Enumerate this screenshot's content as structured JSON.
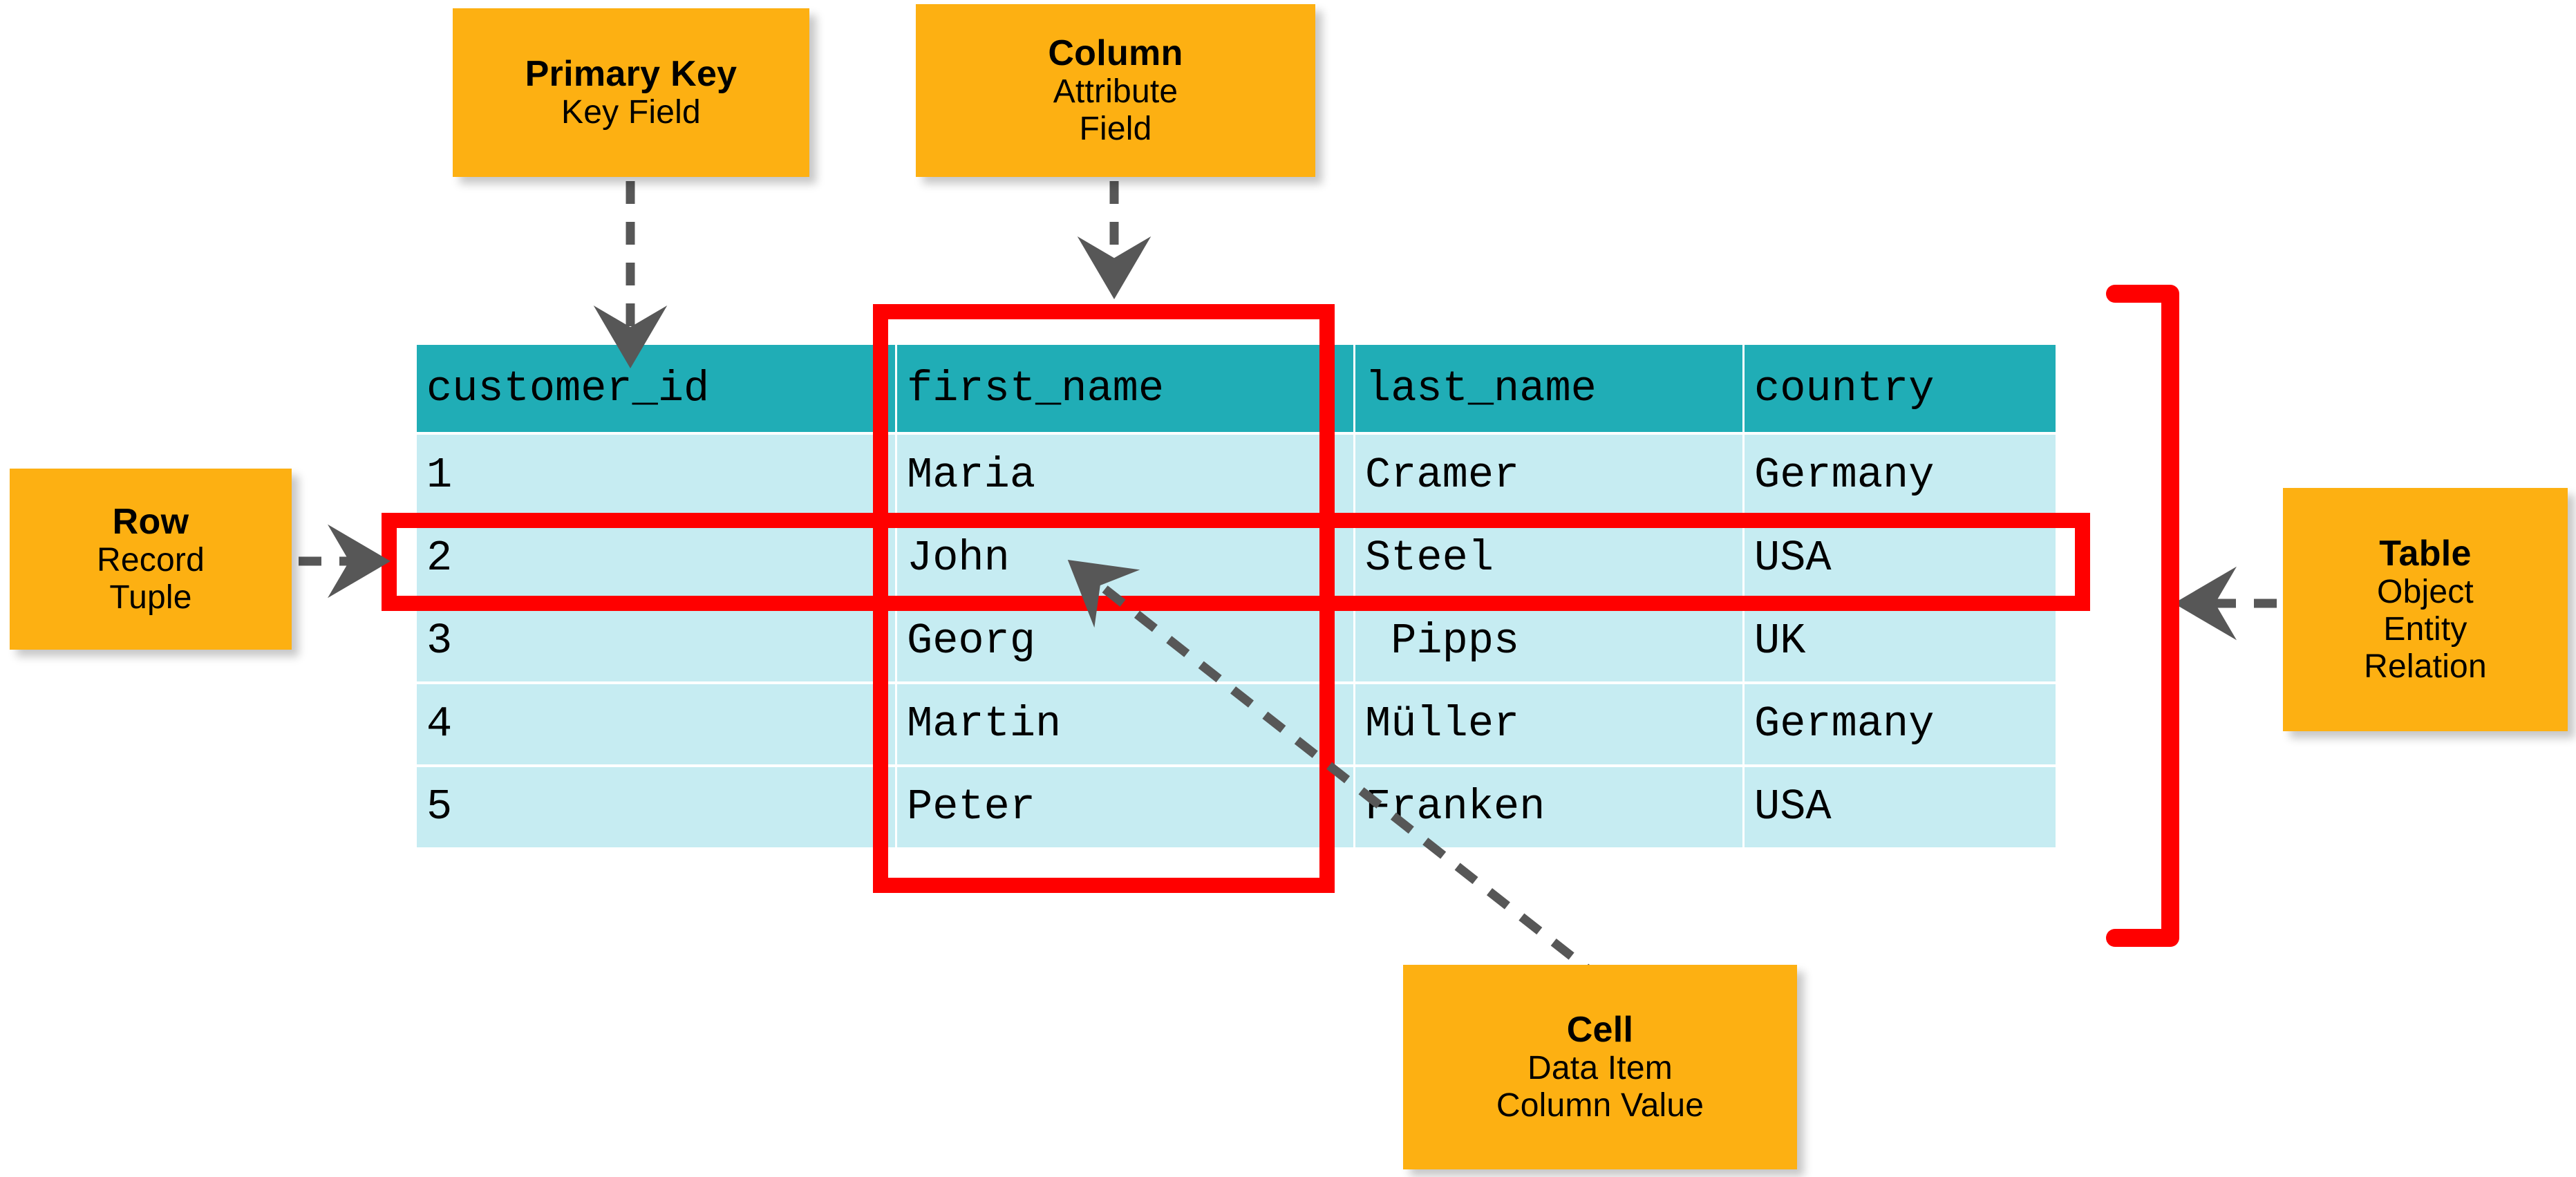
{
  "theme": {
    "callout_bg": "#FDB012",
    "header_bg": "#20ADB6",
    "cell_bg": "#C6ECF2",
    "highlight": "#FF0000",
    "connector": "#575757",
    "text": "#000000"
  },
  "callouts": {
    "primary_key": {
      "title": "Primary Key",
      "lines": [
        "Key Field"
      ]
    },
    "column": {
      "title": "Column",
      "lines": [
        "Attribute",
        "Field"
      ]
    },
    "row": {
      "title": "Row",
      "lines": [
        "Record",
        "Tuple"
      ]
    },
    "table": {
      "title": "Table",
      "lines": [
        "Object",
        "Entity",
        "Relation"
      ]
    },
    "cell": {
      "title": "Cell",
      "lines": [
        "Data Item",
        "Column Value"
      ]
    }
  },
  "table": {
    "columns": [
      "customer_id",
      "first_name",
      "last_name",
      "country"
    ],
    "rows": [
      [
        "1",
        "Maria",
        "Cramer",
        "Germany"
      ],
      [
        "2",
        "John",
        "Steel",
        "USA"
      ],
      [
        "3",
        "Georg",
        " Pipps",
        "UK"
      ],
      [
        "4",
        "Martin",
        "Müller",
        "Germany"
      ],
      [
        "5",
        "Peter",
        "Franken",
        "USA"
      ]
    ]
  },
  "annotations": {
    "column_highlight": "first_name",
    "row_highlight": "2",
    "cell_target": "John",
    "bracket": "table-extent"
  }
}
